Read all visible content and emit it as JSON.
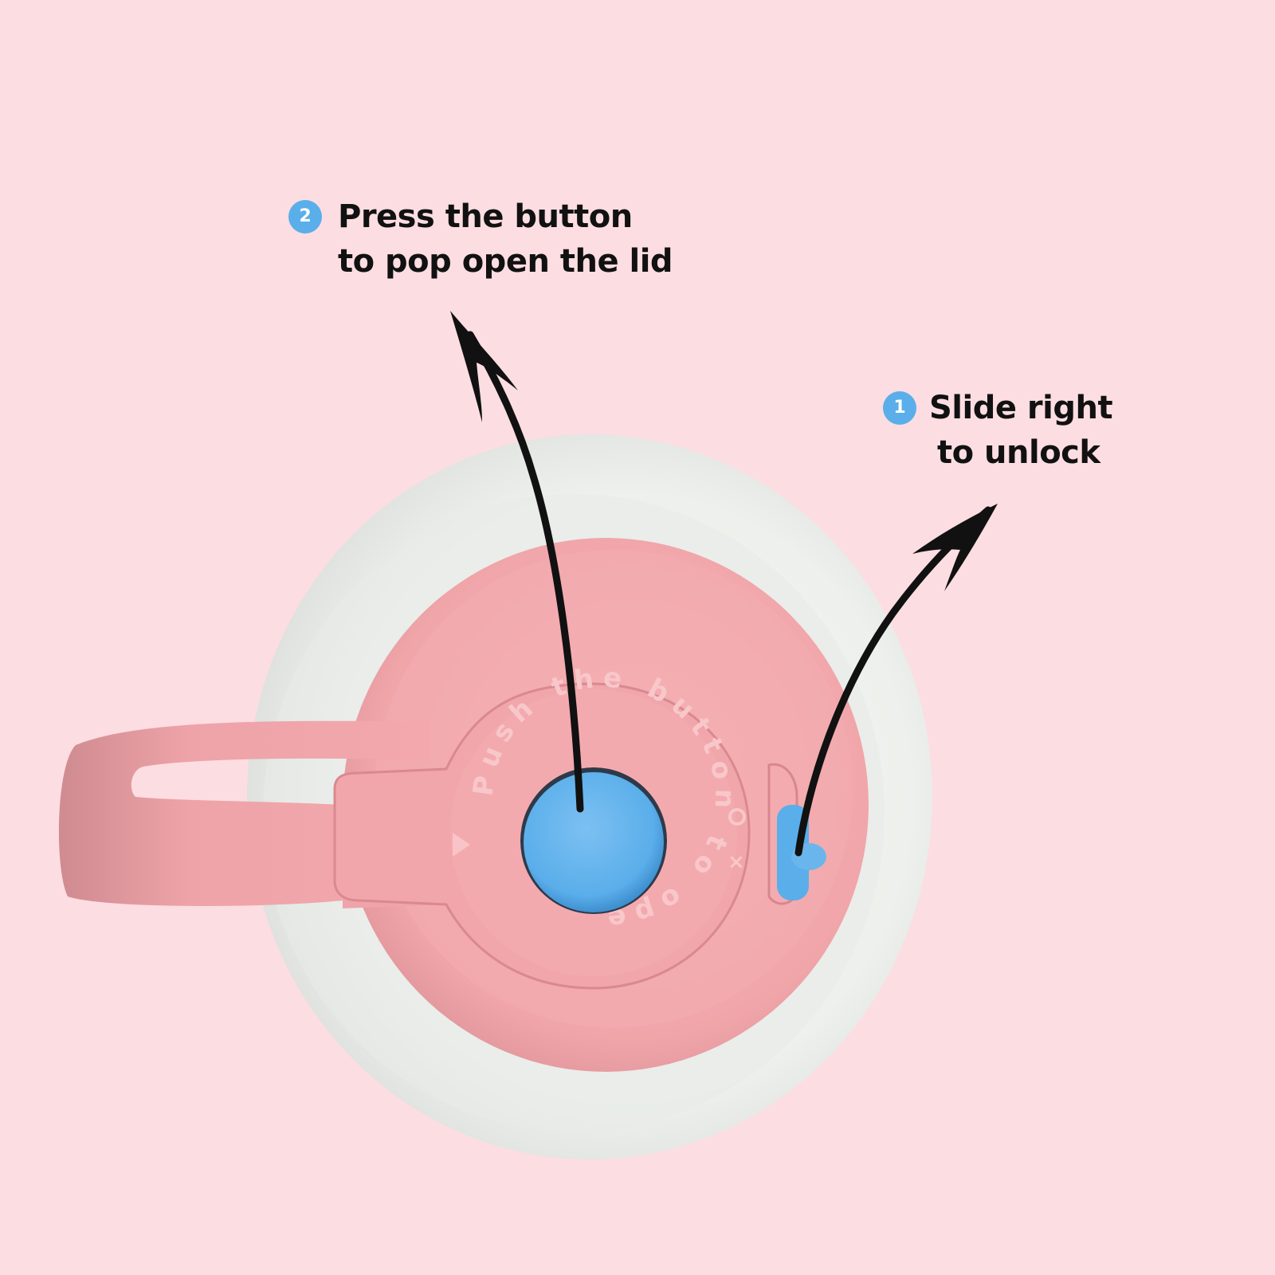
{
  "colors": {
    "background": "#fcdde2",
    "lid_pink": "#f3a9ad",
    "bottle_white": "#eef1ee",
    "button_blue": "#5aaeea",
    "arrow": "#111111"
  },
  "steps": [
    {
      "number": "2",
      "line1": "Press the button",
      "line2": "to pop open the lid"
    },
    {
      "number": "1",
      "line1": "Slide right",
      "line2": "to unlock"
    }
  ],
  "lid_engraving": {
    "text": "Push the button to open"
  },
  "icons": [
    "arrow-up-curved-icon",
    "arrow-up-right-curved-icon",
    "play-triangle-icon",
    "lock-open-circle-icon",
    "lock-closed-x-icon"
  ]
}
